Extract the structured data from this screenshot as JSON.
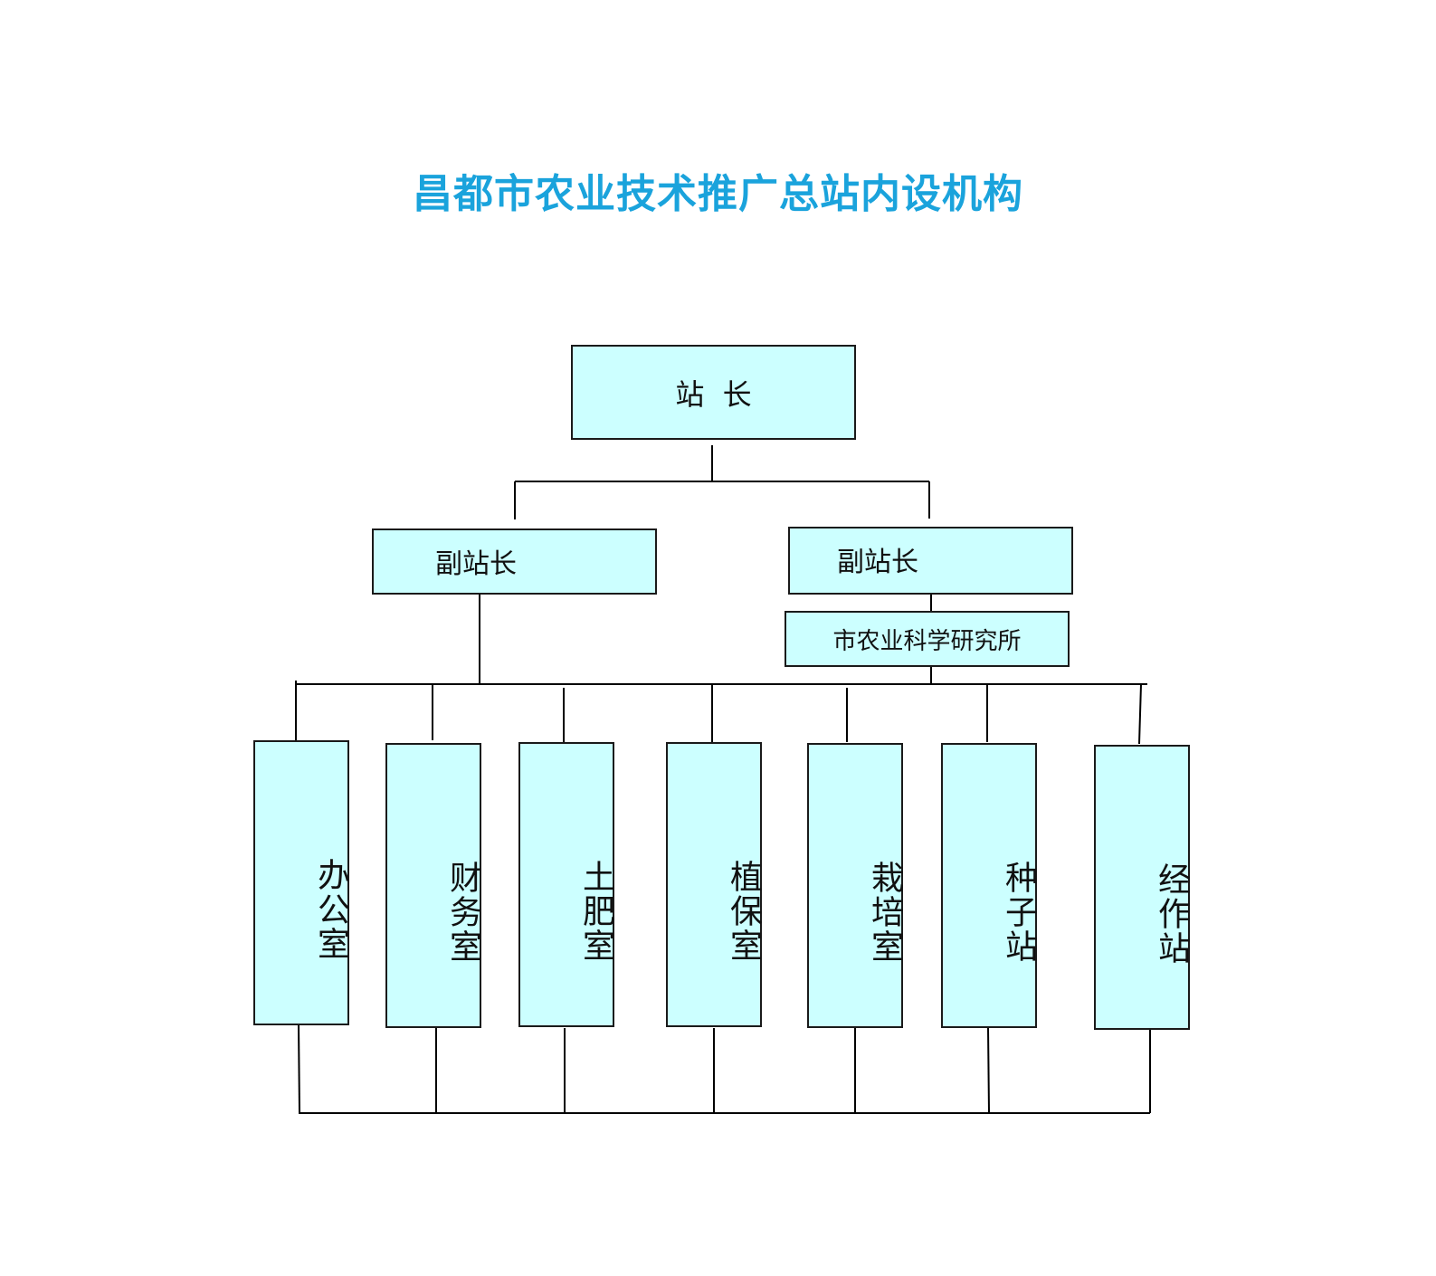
{
  "title": "昌都市农业技术推广总站内设机构",
  "colors": {
    "title": "#1aa3dc",
    "box_fill": "#ccffff",
    "box_border": "#1a1a1a",
    "line": "#000000"
  },
  "head": {
    "label": "站  长"
  },
  "deputies": [
    {
      "label": "副站长"
    },
    {
      "label": "副站长"
    }
  ],
  "institute": {
    "label": "市农业科学研究所"
  },
  "units": [
    {
      "label": "办公室"
    },
    {
      "label": "财务室"
    },
    {
      "label": "土肥室"
    },
    {
      "label": "植保室"
    },
    {
      "label": "栽培室"
    },
    {
      "label": "种子站"
    },
    {
      "label": "经作站"
    }
  ]
}
